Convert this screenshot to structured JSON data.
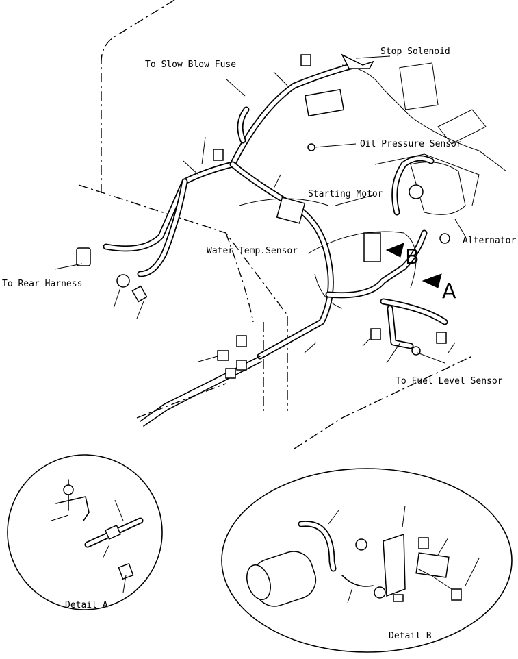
{
  "labels": {
    "to_slow_blow_fuse": "To Slow Blow Fuse",
    "stop_solenoid": "Stop Solenoid",
    "oil_pressure_sensor": "Oil Pressure Sensor",
    "starting_motor": "Starting Motor",
    "alternator": "Alternator",
    "water_temp_sensor": "Water Temp.Sensor",
    "to_rear_harness": "To Rear Harness",
    "to_fuel_level_sensor": "To Fuel Level Sensor",
    "detail_a": "Detail A",
    "detail_b": "Detail B",
    "view_a": "A",
    "view_b": "B"
  }
}
